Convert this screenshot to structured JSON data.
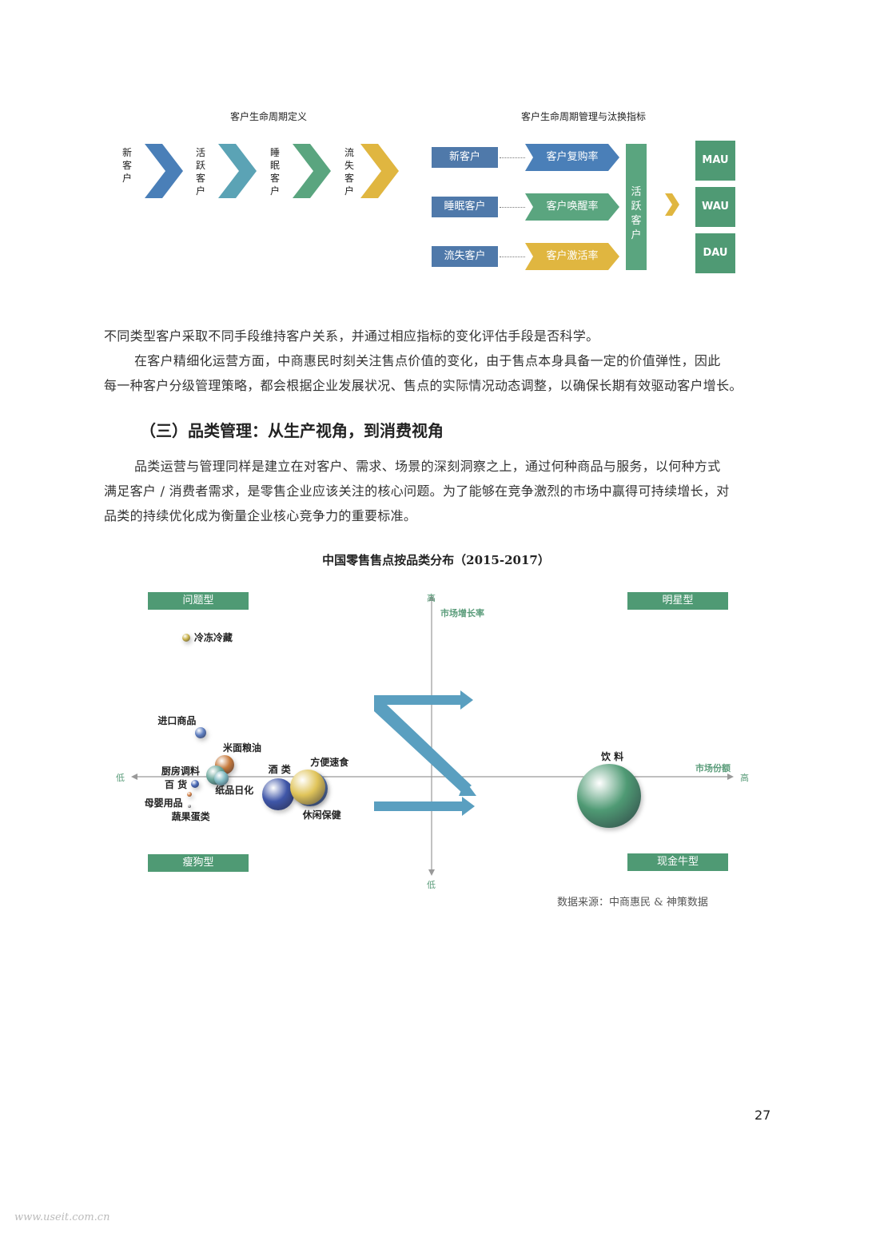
{
  "lifecycle_def": {
    "title": "客户生命周期定义",
    "stages": [
      {
        "label": "新客户",
        "color": "#4a7fb8"
      },
      {
        "label": "活跃客户",
        "color": "#5ba3b5"
      },
      {
        "label": "睡眠客户",
        "color": "#5aa57f"
      },
      {
        "label": "流失客户",
        "color": "#e0b640"
      }
    ]
  },
  "lifecycle_mgmt": {
    "title": "客户生命周期管理与汰换指标",
    "rows": [
      {
        "source": "新客户",
        "metric": "客户复购率",
        "color": "#4a7fb8"
      },
      {
        "source": "睡眠客户",
        "metric": "客户唤醒率",
        "color": "#5aa57f"
      },
      {
        "source": "流失客户",
        "metric": "客户激活率",
        "color": "#e0b640"
      }
    ],
    "active": "活跃客户",
    "metrics": [
      "MAU",
      "WAU",
      "DAU"
    ]
  },
  "body": {
    "p1": "不同类型客户采取不同手段维持客户关系，并通过相应指标的变化评估手段是否科学。",
    "p2a": "在客户精细化运营方面，中商惠民时刻关注售点价值的变化，由于售点本身具备一定的价值弹性，因此",
    "p2b": "每一种客户分级管理策略，都会根据企业发展状况、售点的实际情况动态调整，以确保长期有效驱动客户增长。",
    "heading": "（三）品类管理：从生产视角，到消费视角",
    "p3a": "品类运营与管理同样是建立在对客户、需求、场景的深刻洞察之上，通过何种商品与服务，以何种方式",
    "p3b": "满足客户 / 消费者需求，是零售企业应该关注的核心问题。为了能够在竞争激烈的市场中赢得可持续增长，对",
    "p3c": "品类的持续优化成为衡量企业核心竞争力的重要标准。"
  },
  "chart_data": {
    "type": "scatter",
    "title": "中国零售售点按品类分布（2015-2017）",
    "xlabel": "市场份额",
    "ylabel": "市场增长率",
    "x_low": "低",
    "x_high": "高",
    "y_low": "低",
    "y_high": "高",
    "quadrants": {
      "top_left": "问题型",
      "top_right": "明星型",
      "bottom_left": "瘦狗型",
      "bottom_right": "现金牛型"
    },
    "bubbles": [
      {
        "name": "冷冻冷藏",
        "x": -0.83,
        "y": 0.79,
        "size": 5,
        "color": "#c9b24a"
      },
      {
        "name": "进口商品",
        "x": -0.78,
        "y": 0.25,
        "size": 7,
        "color": "#5f7fc0"
      },
      {
        "name": "米面粮油",
        "x": -0.7,
        "y": 0.07,
        "size": 12,
        "color": "#c77a3c"
      },
      {
        "name": "厨房调料",
        "x": -0.73,
        "y": 0.01,
        "size": 12,
        "color": "#6aa79b"
      },
      {
        "name": "百 货",
        "x": -0.8,
        "y": -0.04,
        "size": 5,
        "color": "#4868b5"
      },
      {
        "name": "纸品日化",
        "x": -0.71,
        "y": -0.01,
        "size": 9,
        "color": "#7fb9c2"
      },
      {
        "name": "母婴用品",
        "x": -0.82,
        "y": -0.1,
        "size": 3,
        "color": "#d6844a"
      },
      {
        "name": "蔬果蛋类",
        "x": -0.82,
        "y": -0.17,
        "size": 2,
        "color": "#999999"
      },
      {
        "name": "酒 类",
        "x": -0.52,
        "y": -0.1,
        "size": 20,
        "color": "#3f56a8"
      },
      {
        "name": "方便速食",
        "x": -0.41,
        "y": -0.07,
        "size": 22,
        "color": "#5e83c6"
      },
      {
        "name": "休闲保健",
        "x": -0.42,
        "y": -0.06,
        "size": 22,
        "color": "#e0c45a"
      },
      {
        "name": "饮 料",
        "x": 0.6,
        "y": -0.11,
        "size": 40,
        "color": "#4f9a74"
      }
    ]
  },
  "source_note": "数据来源：中商惠民 & 神策数据",
  "page_number": "27",
  "watermark": "www.useit.com.cn"
}
